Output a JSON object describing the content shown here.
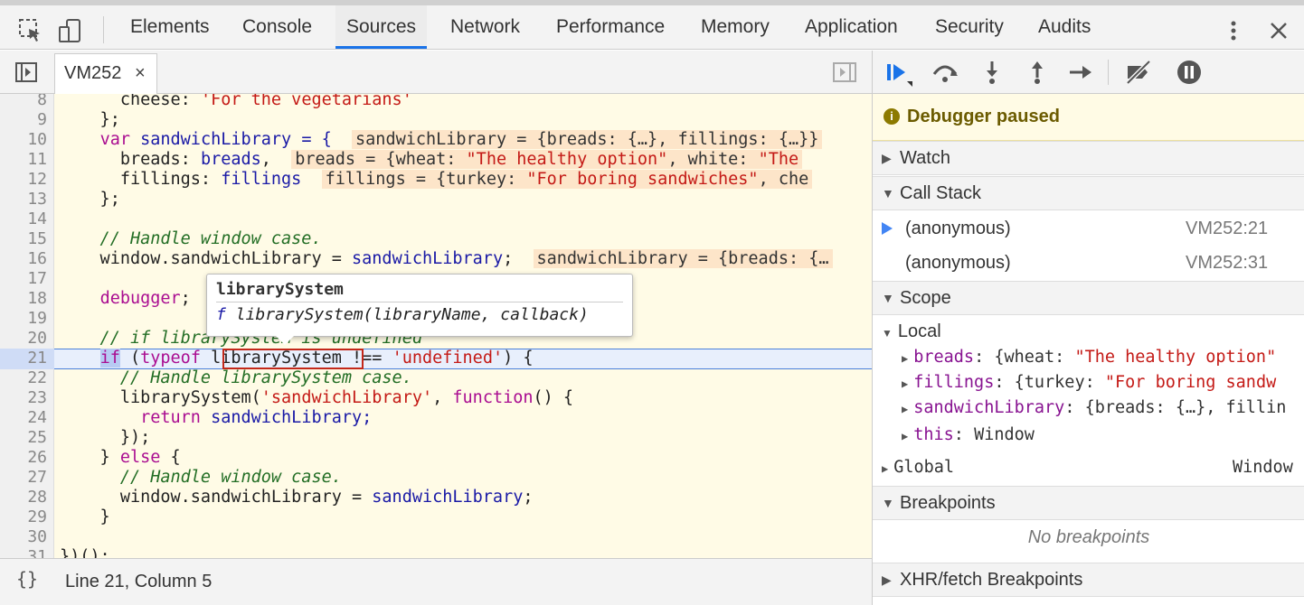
{
  "devtools_tabs": [
    "Elements",
    "Console",
    "Sources",
    "Network",
    "Performance",
    "Memory",
    "Application",
    "Security",
    "Audits"
  ],
  "active_tab": "Sources",
  "file_tab": {
    "name": "VM252",
    "close": "×"
  },
  "gutter": [
    "8",
    "9",
    "10",
    "11",
    "12",
    "13",
    "14",
    "15",
    "16",
    "17",
    "18",
    "19",
    "20",
    "21",
    "22",
    "23",
    "24",
    "25",
    "26",
    "27",
    "28",
    "29",
    "30",
    "31"
  ],
  "code": {
    "l8": "      cheese: ",
    "l8s": "'For the vegetarians'",
    "l9": "    };",
    "l10a": "var",
    "l10b": " sandwichLibrary = {",
    "l10i": "sandwichLibrary = {breads: {…}, fillings: {…}}",
    "l11a": "      breads: ",
    "l11b": "breads",
    "l11c": ",",
    "l11i": "breads = {wheat: ",
    "l11is": "\"The healthy option\"",
    "l11i2": ", white: ",
    "l11is2": "\"The",
    "l12a": "      fillings: ",
    "l12b": "fillings",
    "l12i": "fillings = {turkey: ",
    "l12is": "\"For boring sandwiches\"",
    "l12i2": ", che",
    "l13": "    };",
    "l15": "    // Handle window case.",
    "l16a": "    window.sandwichLibrary = ",
    "l16b": "sandwichLibrary",
    "l16c": ";",
    "l16i": "sandwichLibrary = {breads: {…",
    "l18a": "    ",
    "l18b": "debugger",
    "l18c": ";",
    "l20": "    // if librarySystem is undefined",
    "l21a": "if",
    "l21b": " (",
    "l21c": "typeof",
    "l21d": " librarySystem !== ",
    "l21e": "'undefined'",
    "l21f": ") {",
    "l22": "      // Handle librarySystem case.",
    "l23a": "      librarySystem(",
    "l23b": "'sandwichLibrary'",
    "l23c": ", ",
    "l23d": "function",
    "l23e": "() {",
    "l24a": "        ",
    "l24b": "return",
    "l24c": " sandwichLibrary;",
    "l25": "      });",
    "l26a": "    } ",
    "l26b": "else",
    "l26c": " {",
    "l27": "      // Handle window case.",
    "l28a": "      window.sandwichLibrary = ",
    "l28b": "sandwichLibrary",
    "l28c": ";",
    "l29": "    }",
    "l31": "})();"
  },
  "tooltip": {
    "title": "librarySystem",
    "sig_f": "f",
    "sig": " librarySystem(libraryName, callback)"
  },
  "status": {
    "braces": "{}",
    "position": "Line 21, Column 5"
  },
  "debugger": {
    "paused": "Debugger paused",
    "watch": "Watch",
    "callstack": "Call Stack",
    "frames": [
      {
        "name": "(anonymous)",
        "loc": "VM252:21"
      },
      {
        "name": "(anonymous)",
        "loc": "VM252:31"
      }
    ],
    "scope": "Scope",
    "local": "Local",
    "scope_items": [
      {
        "k": "breads",
        "v": ": {wheat: ",
        "s": "\"The healthy option\""
      },
      {
        "k": "fillings",
        "v": ": {turkey: ",
        "s": "\"For boring sandw"
      },
      {
        "k": "sandwichLibrary",
        "v": ": {breads: {…}, fillin",
        "s": ""
      },
      {
        "k": "this",
        "v": ": Window",
        "s": ""
      }
    ],
    "global": "Global",
    "global_val": "Window",
    "breakpoints": "Breakpoints",
    "no_breakpoints": "No breakpoints",
    "xhr": "XHR/fetch Breakpoints"
  },
  "colors": {
    "accent": "#1a73e8",
    "paused_bg": "#fffbe5",
    "editor_bg": "#fffbe6"
  }
}
